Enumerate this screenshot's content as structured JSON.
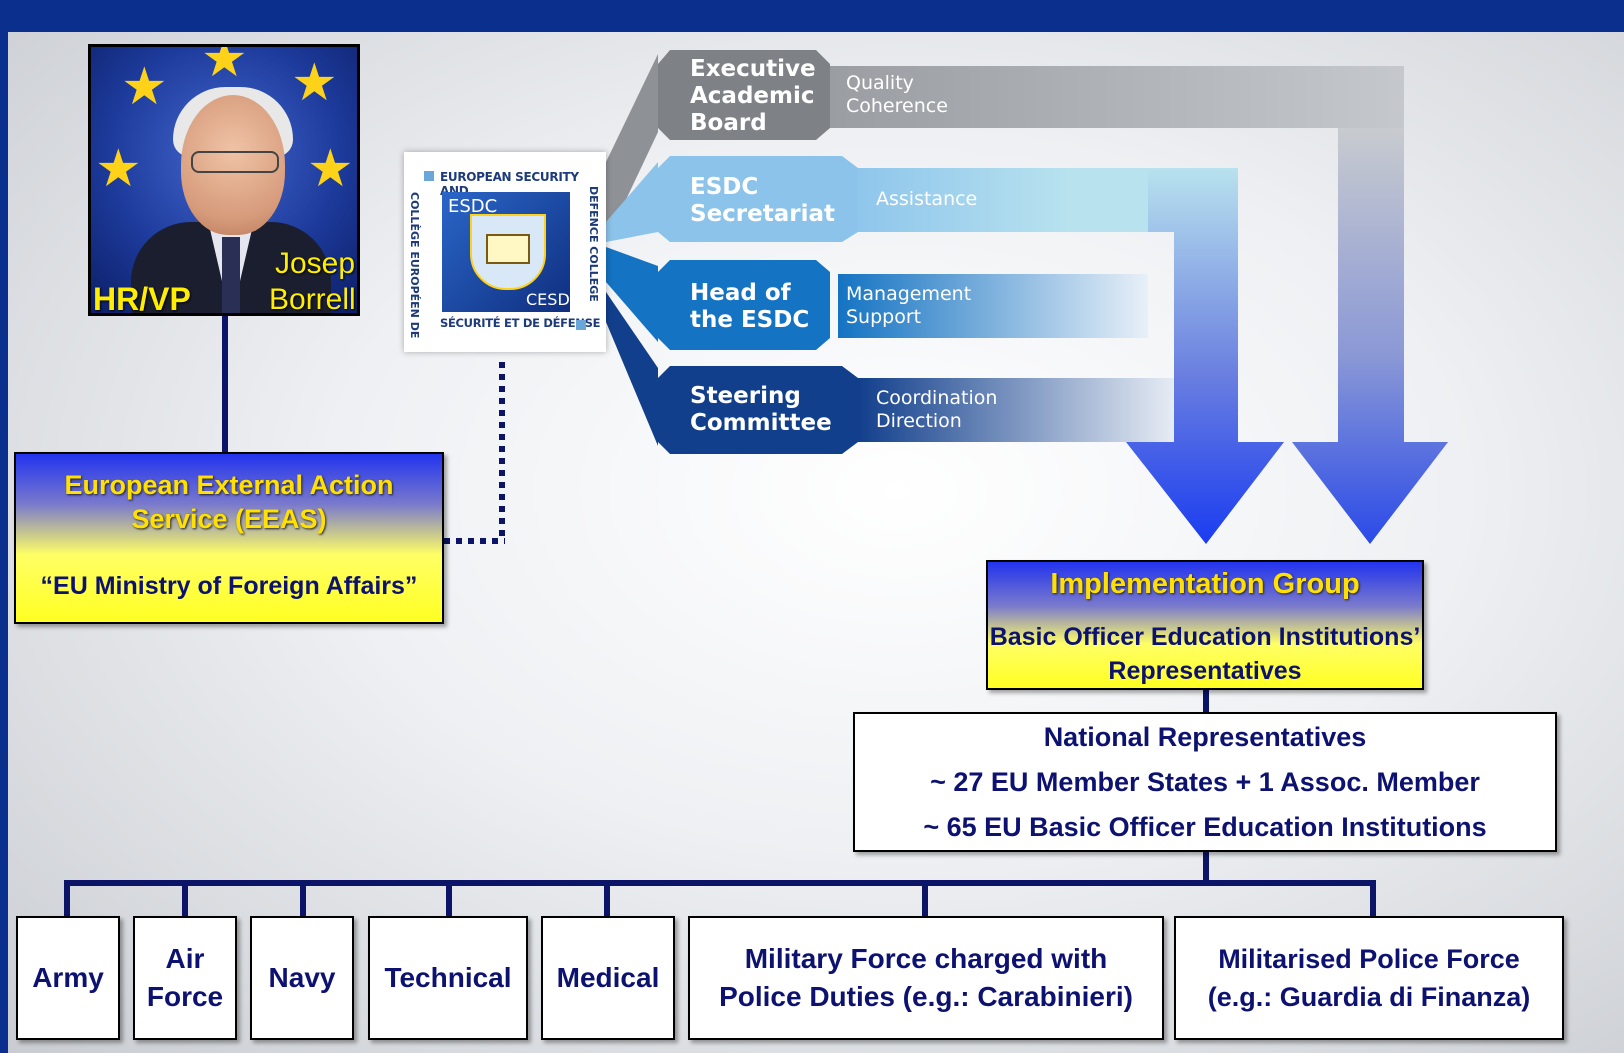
{
  "hrvp": {
    "role_label": "HR/VP",
    "first_name": "Josep",
    "last_name": "Borrell"
  },
  "eeas": {
    "name": "European External Action Service (EEAS)",
    "subtitle": "“EU Ministry of Foreign Affairs”"
  },
  "esdc_logo": {
    "top_text": "EUROPEAN SECURITY AND",
    "right_text": "DEFENCE COLLEGE",
    "left_text": "COLLÈGE EUROPÉEN DE",
    "bottom_text": "SÉCURITÉ ET DE DÉFENSE",
    "abbr_en": "ESDC",
    "abbr_fr": "CESD"
  },
  "bodies": [
    {
      "label": "Executive Academic Board",
      "desc_lines": [
        "Quality",
        "Coherence"
      ],
      "color": "#7e8287"
    },
    {
      "label": "ESDC Secretariat",
      "desc_lines": [
        "Assistance"
      ],
      "color": "#8cc3ea"
    },
    {
      "label": "Head of the ESDC",
      "desc_lines": [
        "Management",
        "Support"
      ],
      "color": "#1473c2"
    },
    {
      "label": "Steering Committee",
      "desc_lines": [
        "Coordination",
        "Direction"
      ],
      "color": "#123f8c"
    }
  ],
  "implementation_group": {
    "title": "Implementation Group",
    "subtitle": "Basic Officer Education Institutions’ Representatives"
  },
  "national_representatives": {
    "title": "National Representatives",
    "line1": "~ 27 EU Member States + 1 Assoc. Member",
    "line2": "~ 65 EU Basic Officer Education Institutions"
  },
  "branches": [
    "Army",
    "Air\nForce",
    "Navy",
    "Technical",
    "Medical",
    "Military Force charged with\nPolice Duties (e.g.: Carabinieri)",
    "Militarised Police Force\n(e.g.: Guardia di Finanza)"
  ],
  "colors": {
    "frame": "#0a2f8c",
    "connector": "#0b1466",
    "text_dark": "#0d1270",
    "highlight": "#ffe000"
  }
}
